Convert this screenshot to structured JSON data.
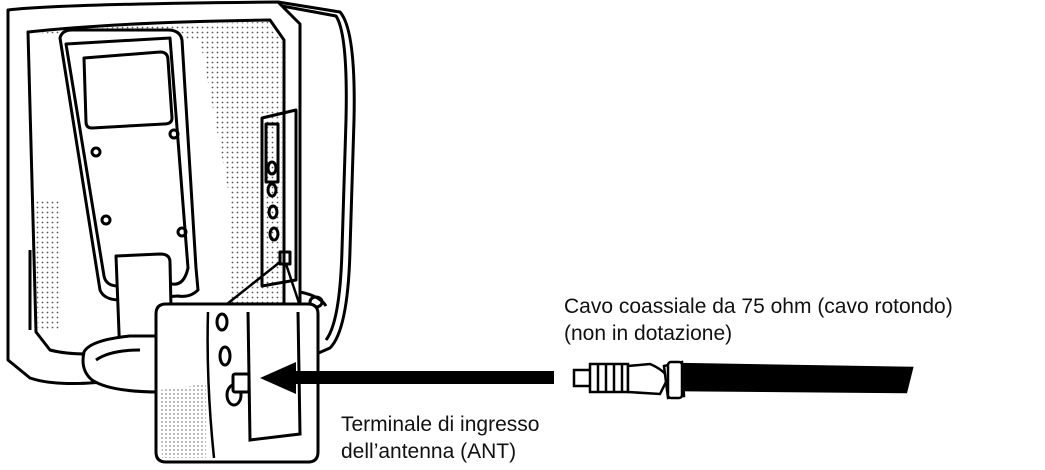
{
  "labels": {
    "cable_line1": "Cavo coassiale da 75 ohm (cavo rotondo)",
    "cable_line2": "(non in dotazione)",
    "ant_line1": "Terminale di ingresso",
    "ant_line2": "dell’antenna (ANT)"
  },
  "colors": {
    "line": "#000000",
    "background": "#ffffff",
    "dots": "#555555"
  }
}
